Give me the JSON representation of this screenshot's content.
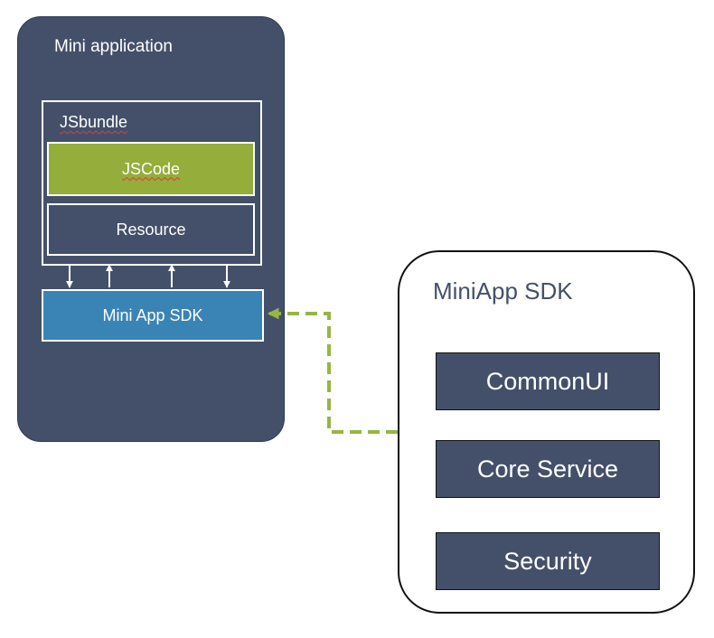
{
  "mini_application": {
    "title": "Mini application",
    "bundle": {
      "title": "JSbundle",
      "code_label": "JSCode",
      "resource_label": "Resource"
    },
    "sdk_label": "Mini App SDK"
  },
  "miniapp_sdk_panel": {
    "title": "MiniApp SDK",
    "modules": [
      "CommonUI",
      "Core Service",
      "Security"
    ]
  },
  "colors": {
    "dark_slate": "#44506a",
    "code_green": "#95ad3b",
    "sdk_blue": "#3a84b5",
    "connector_green": "#97b544"
  }
}
